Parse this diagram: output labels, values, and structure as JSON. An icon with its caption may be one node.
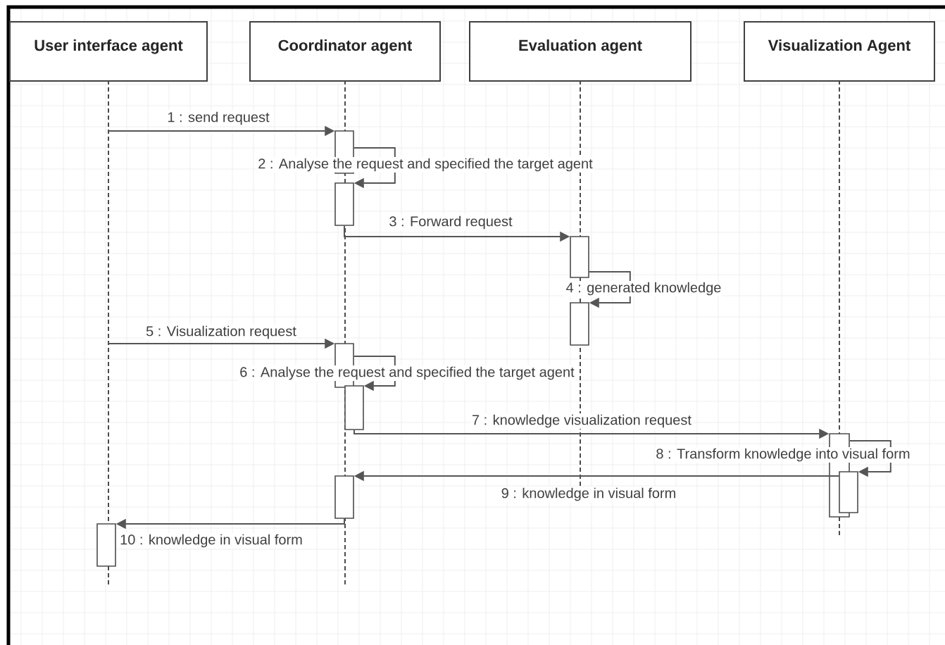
{
  "diagram": {
    "nodes": [
      {
        "text": [
          "User interface agent"
        ]
      },
      {
        "text": [
          "Coordinator agent"
        ]
      },
      {
        "text": [
          "Evaluation agent"
        ]
      },
      {
        "text": [
          "Visualization Agent"
        ]
      },
      {
        "text": [],
        "shape": "bar"
      },
      {
        "text": [],
        "shape": "bar"
      },
      {
        "text": [],
        "shape": "bar"
      },
      {
        "text": [],
        "shape": "bar"
      },
      {
        "text": [],
        "shape": "bar"
      },
      {
        "text": [],
        "shape": "bar"
      },
      {
        "text": [],
        "shape": "bar"
      },
      {
        "text": [],
        "shape": "bar"
      },
      {
        "text": [],
        "shape": "bar"
      },
      {
        "text": [],
        "shape": "bar"
      }
    ],
    "edges": [
      {
        "from": null,
        "to": 4,
        "arrow": "to",
        "label": "1 : send request"
      },
      {
        "from": 4,
        "to": 5,
        "arrow": "to",
        "label": "2 : Analyse the request and specified the target agent"
      },
      {
        "from": 5,
        "to": 6,
        "arrow": "to",
        "label": "3 : Forward request"
      },
      {
        "from": 6,
        "to": 7,
        "arrow": "to",
        "label": "4 : generated knowledge"
      },
      {
        "from": null,
        "to": 8,
        "arrow": "to",
        "label": "5 : Visualization request"
      },
      {
        "from": 8,
        "to": 9,
        "arrow": "to",
        "label": "6 : Analyse the request and specified the target agent"
      },
      {
        "from": 9,
        "to": 10,
        "arrow": "to",
        "label": "7 : knowledge visualization request"
      },
      {
        "from": 10,
        "to": 11,
        "arrow": "to",
        "label": "8 : Transform knowledge into visual form"
      },
      {
        "from": 11,
        "to": 12,
        "arrow": "to",
        "label": "9 : knowledge in visual form"
      },
      {
        "from": 12,
        "to": 13,
        "arrow": "to",
        "label": "10 : knowledge in visual form"
      }
    ]
  }
}
